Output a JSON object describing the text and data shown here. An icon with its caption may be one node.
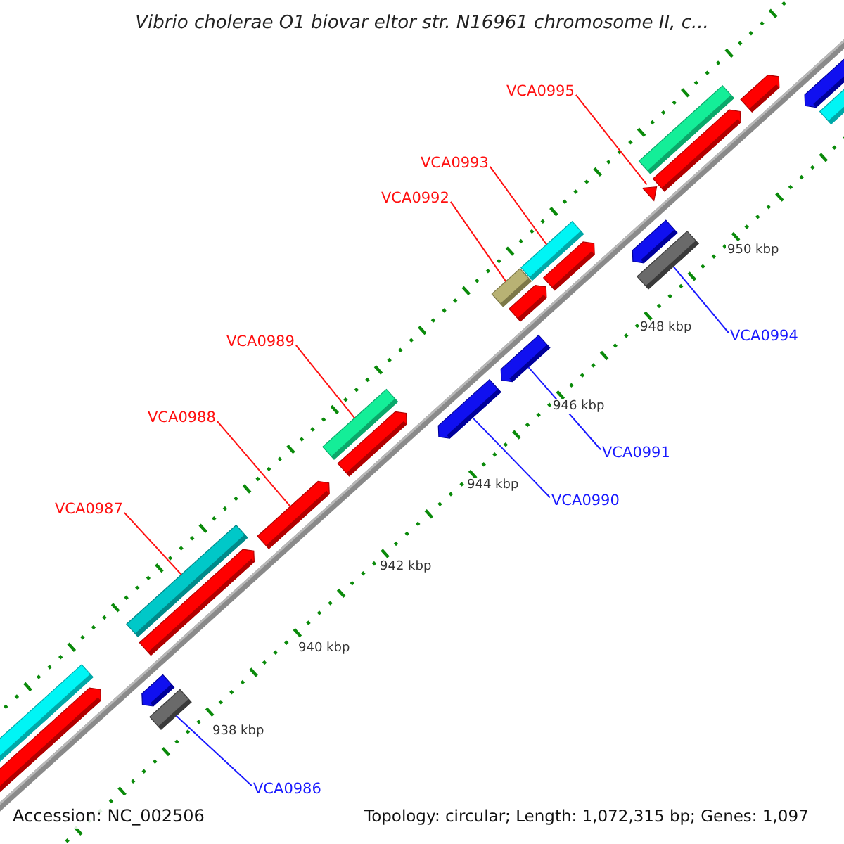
{
  "diagram": {
    "title": "Vibrio cholerae O1 biovar eltor str. N16961 chromosome II, c...",
    "nodes": [
      {
        "text": [
          "VCA0995"
        ]
      },
      {
        "text": [
          "VCA0993"
        ]
      },
      {
        "text": [
          "VCA0992"
        ]
      },
      {
        "text": [
          "VCA0994"
        ]
      },
      {
        "text": [
          "VCA0989"
        ]
      },
      {
        "text": [
          "VCA0988"
        ]
      },
      {
        "text": [
          "VCA0991"
        ]
      },
      {
        "text": [
          "VCA0990"
        ]
      },
      {
        "text": [
          "VCA0987"
        ]
      },
      {
        "text": [
          "VCA0986"
        ]
      },
      {
        "text": [],
        "shape": "triangle"
      },
      {
        "text": [],
        "shape": "bar"
      },
      {
        "text": [],
        "shape": "bar"
      },
      {
        "text": [],
        "shape": "bar"
      },
      {
        "text": [],
        "shape": "bar"
      },
      {
        "text": [],
        "shape": "arrow"
      },
      {
        "text": [],
        "shape": "arrow"
      },
      {
        "text": [],
        "shape": "arrow"
      },
      {
        "text": [],
        "shape": "bar"
      },
      {
        "text": [],
        "shape": "bar"
      }
    ],
    "edges": [
      {
        "from": 0,
        "to": 10,
        "arrow": "none"
      },
      {
        "from": 1,
        "to": 11,
        "arrow": "none"
      },
      {
        "from": 2,
        "to": 12,
        "arrow": "none"
      },
      {
        "from": 3,
        "to": 13,
        "arrow": "none",
        "color": "#1818ff"
      },
      {
        "from": 4,
        "to": 14,
        "arrow": "none"
      },
      {
        "from": 5,
        "to": 15,
        "arrow": "none"
      },
      {
        "from": 6,
        "to": 16,
        "arrow": "none",
        "color": "#1818ff"
      },
      {
        "from": 7,
        "to": 17,
        "arrow": "none",
        "color": "#1818ff"
      },
      {
        "from": 8,
        "to": 18,
        "arrow": "none"
      },
      {
        "from": 9,
        "to": 19,
        "arrow": "none",
        "color": "#1818ff"
      }
    ],
    "labels": [
      "950 kbp",
      "948 kbp",
      "946 kbp",
      "944 kbp",
      "942 kbp",
      "940 kbp",
      "938 kbp",
      "Accession: NC_002506",
      "Topology: circular; Length: 1,072,315 bp; Genes: 1,097"
    ]
  }
}
